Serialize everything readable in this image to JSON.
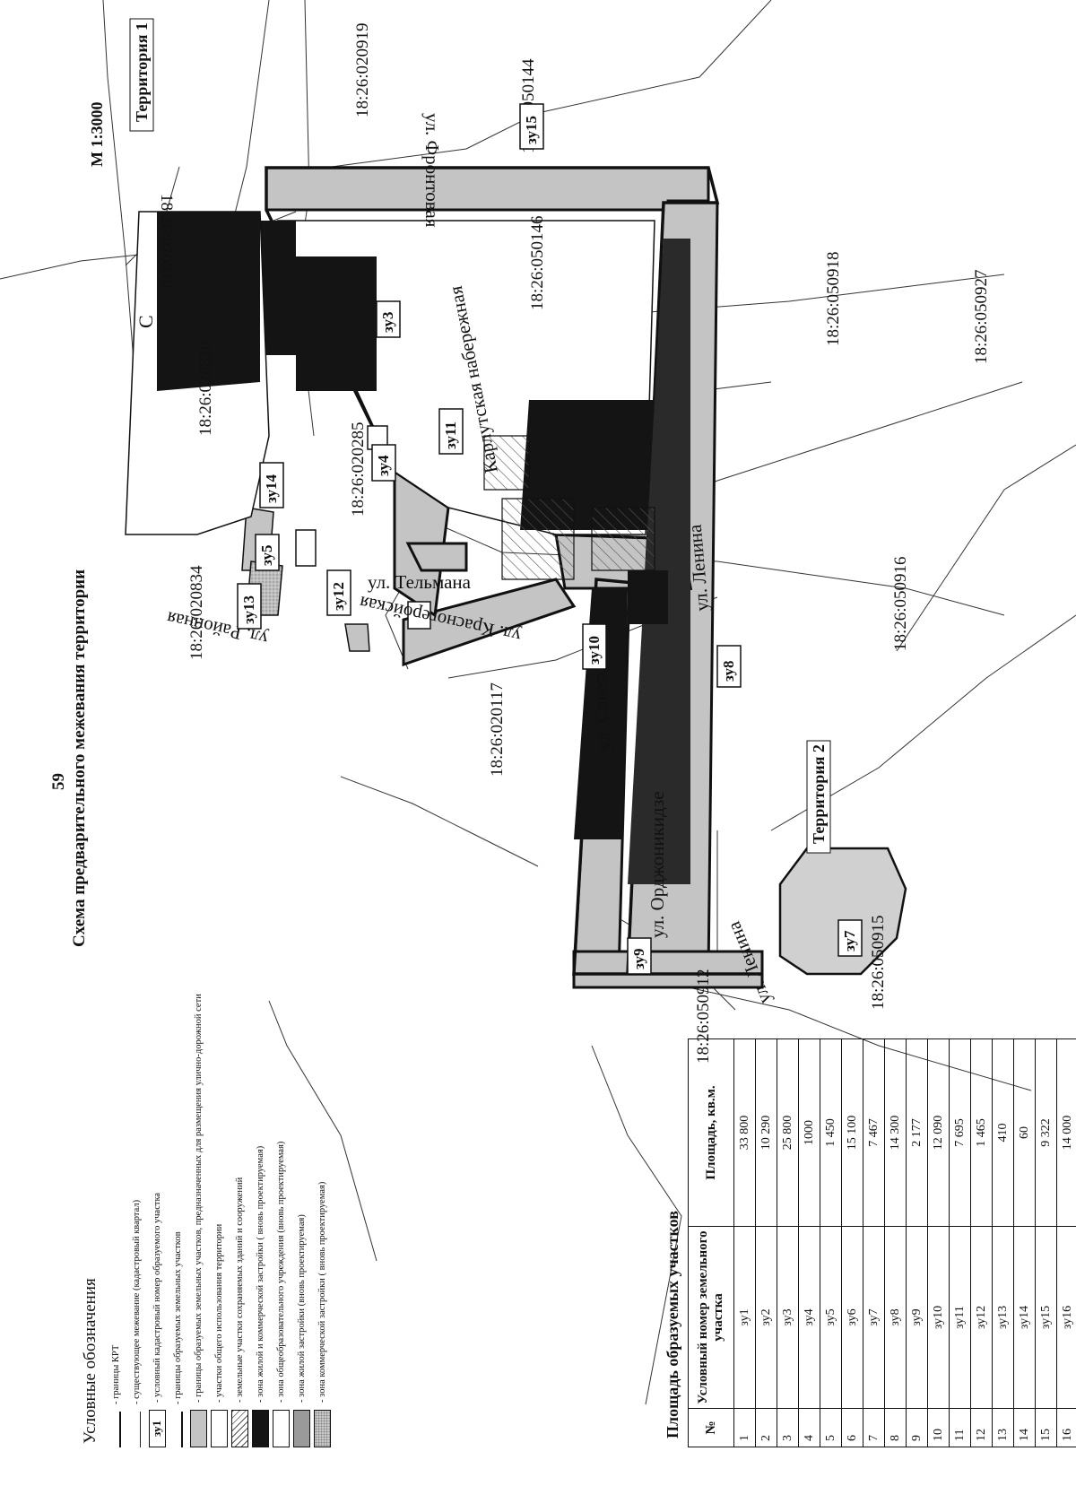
{
  "page_number": "59",
  "scheme_title": "Схема предварительного межевания территории",
  "scale": "М 1:3000",
  "compass_letter": "С",
  "legend": {
    "title": "Условные обозначения",
    "items": [
      {
        "symbol": "line-thick",
        "text": "- границы КРТ"
      },
      {
        "symbol": "line-thin",
        "text": "- существующее межевание (кадастровый квартал)"
      },
      {
        "symbol": "label",
        "label": "зу1",
        "text": "- условный кадастровый номер образуемого участка"
      },
      {
        "symbol": "line-thick",
        "text": "- границы образуемых земельных участков"
      },
      {
        "symbol": "box-grey",
        "text": "- границы образуемых земельных участков, предназначенных для размещения улично-дорожной сети"
      },
      {
        "symbol": "box-white",
        "text": "- участки общего использования территории"
      },
      {
        "symbol": "box-hatch",
        "text": "- земельные участки сохраняемых зданий и сооружений"
      },
      {
        "symbol": "box-black",
        "text": "- зона жилой и коммерческой застройки ( вновь проектируемая)"
      },
      {
        "symbol": "box-white2",
        "text": "- зона общеобразовательного учреждения (вновь проектируемая)"
      },
      {
        "symbol": "box-grey2",
        "text": "- зона жилой застройки (вновь проектируемая)"
      },
      {
        "symbol": "box-dots",
        "text": "- зона коммерческой застройки ( вновь проектируемая)"
      }
    ]
  },
  "area_table": {
    "title": "Площадь образуемых участков",
    "headers": [
      "№",
      "Условный номер земельного участка",
      "Площадь, кв.м."
    ],
    "rows": [
      [
        "1",
        "зу1",
        "33 800"
      ],
      [
        "2",
        "зу2",
        "10 290"
      ],
      [
        "3",
        "зу3",
        "25 800"
      ],
      [
        "4",
        "зу4",
        "1000"
      ],
      [
        "5",
        "зу5",
        "1 450"
      ],
      [
        "6",
        "зу6",
        "15 100"
      ],
      [
        "7",
        "зу7",
        "7 467"
      ],
      [
        "8",
        "зу8",
        "14 300"
      ],
      [
        "9",
        "зу9",
        "2 177"
      ],
      [
        "10",
        "зу10",
        "12 090"
      ],
      [
        "11",
        "зу11",
        "7 695"
      ],
      [
        "12",
        "зу12",
        "1 465"
      ],
      [
        "13",
        "зу13",
        "410"
      ],
      [
        "14",
        "зу14",
        "60"
      ],
      [
        "15",
        "зу15",
        "9 322"
      ],
      [
        "16",
        "зу16",
        "14 000"
      ]
    ]
  },
  "map": {
    "cadastral_numbers": {
      "q020910": "18:26:020910",
      "q020919": "18:26:020919",
      "q050144": "18:26:050144",
      "q050146": "18:26:050146",
      "q050918": "18:26:050918",
      "q050927": "18:26:050927",
      "q020836": "18:26:020836",
      "q020285": "18:26:020285",
      "q020834": "18:26:020834",
      "q050916": "18:26:050916",
      "q020117": "18:26:020117",
      "q050912": "18:26:050912",
      "q050915": "18:26:050915"
    },
    "streets": {
      "frontovaya": "ул. Фронтовая",
      "karlutskaya": "Карлутская набережная",
      "lenina_main": "ул. Ленина",
      "krasnogeroyskaya": "ул. Красногеройская",
      "telmana": "ул. Тельмана",
      "rayonnaya": "ул. Районная",
      "sovetskaya": "ул. Советская",
      "ordzhonikidze": "ул. Орджоникидзе",
      "lenina_lower": "ул. Ленина"
    },
    "territories": {
      "t1": "Территория 1",
      "t2": "Территория 2"
    },
    "plot_labels": {
      "zu3": "зу3",
      "zu4": "зу4",
      "zu5": "зу5",
      "zu7": "зу7",
      "zu8": "зу8",
      "zu9": "зу9",
      "zu10": "зу10",
      "zu11": "зу11",
      "zu12": "зу12",
      "zu13": "зу13",
      "zu14": "зу14",
      "zu15": "зу15"
    },
    "colors": {
      "road": "#c4c4c4",
      "building": "#141414",
      "line": "#111111"
    }
  }
}
